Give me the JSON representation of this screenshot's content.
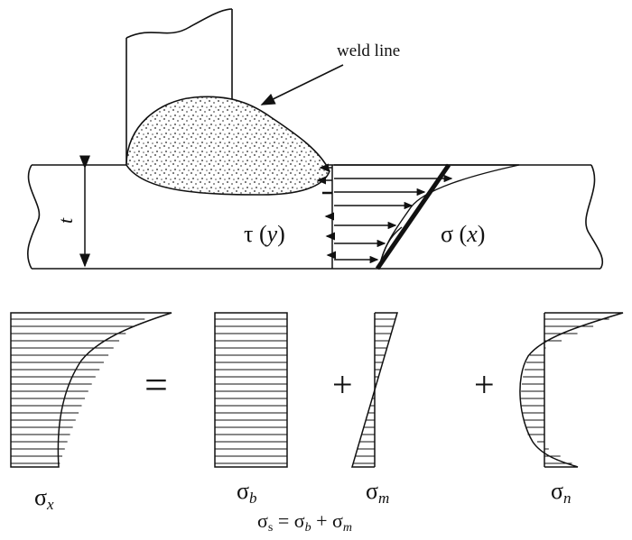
{
  "labels": {
    "weld_line": "weld line",
    "thickness": "t",
    "tau": "τ",
    "tau_arg": "(",
    "tau_var": "y",
    "tau_close": ")",
    "sigma": "σ",
    "sigma_arg": "(",
    "sigma_var": "x",
    "sigma_close": ")"
  },
  "bottom": {
    "equals": "=",
    "plus1": "+",
    "plus2": "+",
    "sigma_x": {
      "base": "σ",
      "sub": "x"
    },
    "sigma_b": {
      "base": "σ",
      "sub": "b"
    },
    "sigma_m": {
      "base": "σ",
      "sub": "m"
    },
    "sigma_n": {
      "base": "σ",
      "sub": "n"
    },
    "formula": {
      "lhs_base": "σ",
      "lhs_sub": "s",
      "eq": " = ",
      "t1_base": "σ",
      "t1_sub": "b",
      "plus": " + ",
      "t2_base": "σ",
      "t2_sub": "m"
    }
  },
  "colors": {
    "line": "#111111",
    "weld_fill": "#d8d8d8"
  }
}
